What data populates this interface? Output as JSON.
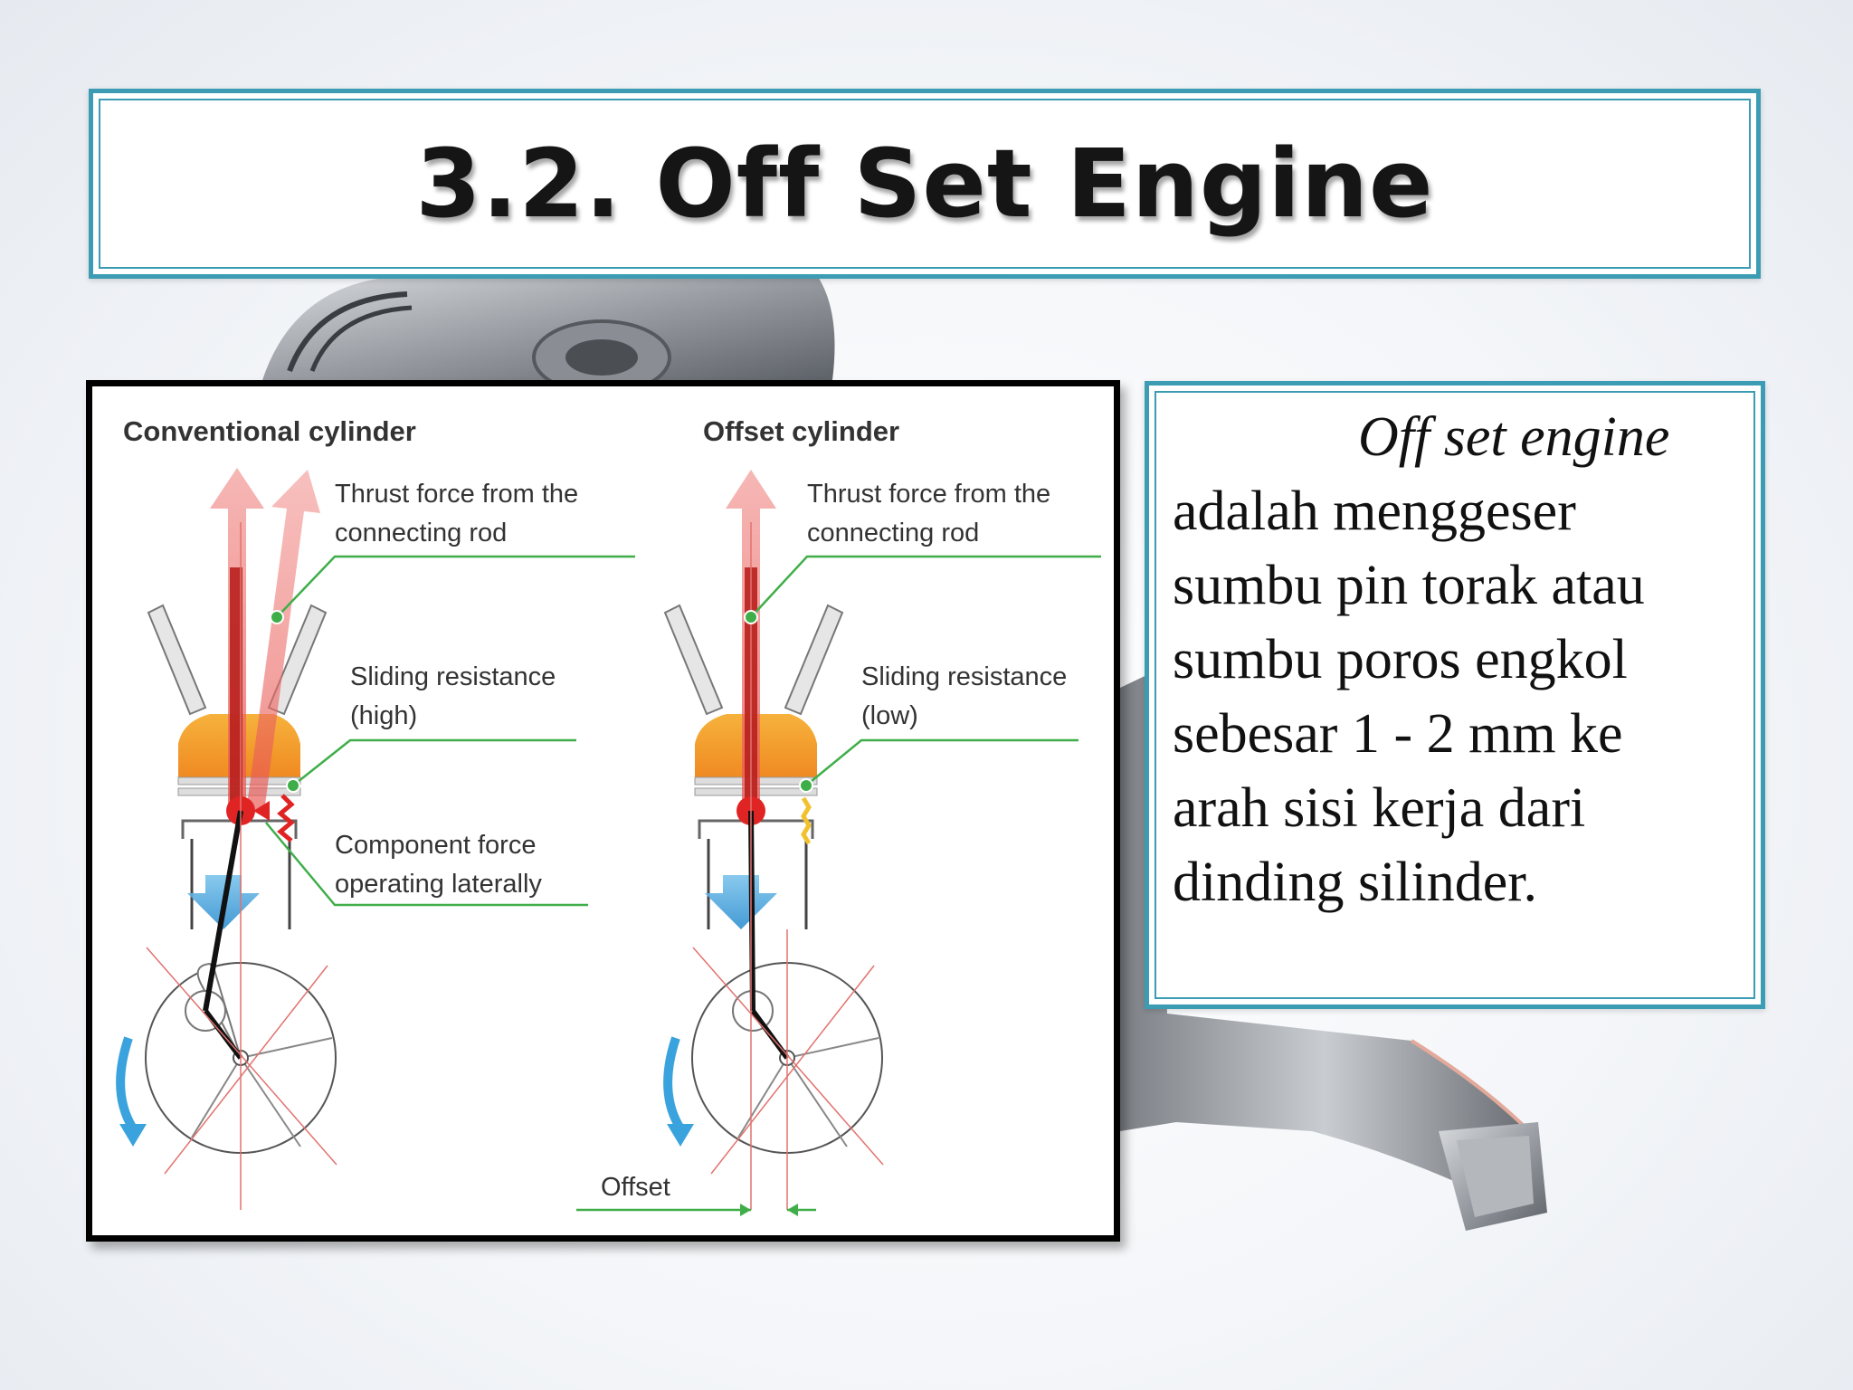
{
  "slide": {
    "title": "3.2. Off Set Engine"
  },
  "diagram": {
    "conventional": {
      "heading": "Conventional cylinder",
      "thrust_line1": "Thrust force from the",
      "thrust_line2": "connecting rod",
      "sliding_line1": "Sliding resistance",
      "sliding_line2": "(high)",
      "component_line1": "Component force",
      "component_line2": "operating laterally"
    },
    "offset": {
      "heading": "Offset cylinder",
      "thrust_line1": "Thrust force from the",
      "thrust_line2": "connecting rod",
      "sliding_line1": "Sliding resistance",
      "sliding_line2": "(low)",
      "offset_label": "Offset"
    }
  },
  "description": {
    "lead": "Off set engine",
    "lines": [
      "adalah menggeser",
      "sumbu pin torak atau",
      "sumbu poros engkol",
      "sebesar 1 - 2 mm ke",
      "arah sisi kerja dari",
      "dinding silinder."
    ]
  },
  "colors": {
    "frame_teal": "#3b9cb3",
    "leader_green": "#3fae49",
    "thrust_red": "#e8534f",
    "piston_orange": "#f29b2e",
    "flow_blue": "#3aa3dd"
  }
}
